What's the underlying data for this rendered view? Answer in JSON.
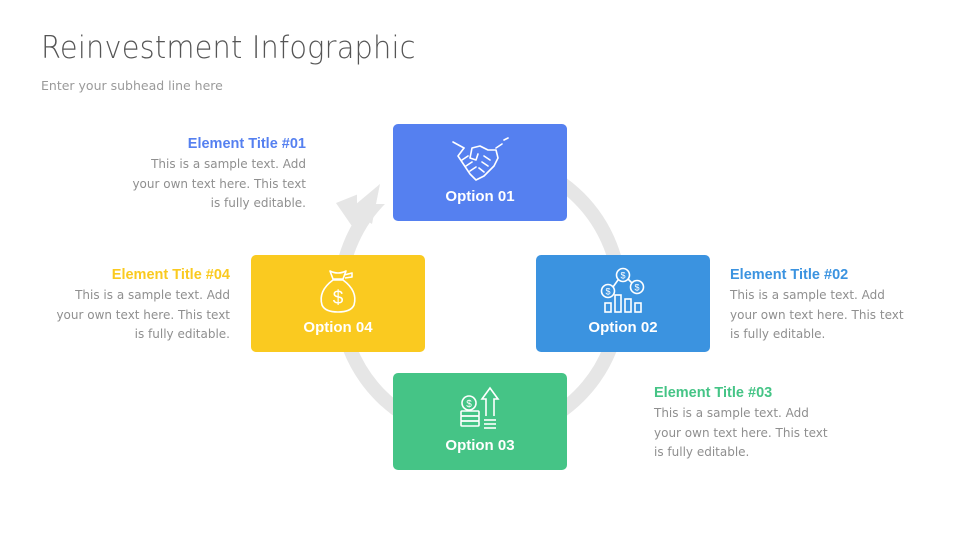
{
  "header": {
    "title": "Reinvestment Infographic",
    "subtitle": "Enter your subhead line here"
  },
  "colors": {
    "option1": "#5580F0",
    "option2": "#3B93E0",
    "option3": "#45C486",
    "option4": "#FACA20",
    "ring": "#E6E6E6",
    "body_text": "#8F8F8F"
  },
  "options": [
    {
      "label": "Option 01",
      "icon": "handshake-icon",
      "color": "#5580F0"
    },
    {
      "label": "Option 02",
      "icon": "money-growth-chart-icon",
      "color": "#3B93E0"
    },
    {
      "label": "Option 03",
      "icon": "coins-up-arrow-icon",
      "color": "#45C486"
    },
    {
      "label": "Option 04",
      "icon": "money-bag-icon",
      "color": "#FACA20"
    }
  ],
  "elements": [
    {
      "title": "Element Title #01",
      "line1": "This is a sample text. Add",
      "line2": "your own text here. This text",
      "line3": "is fully editable.",
      "color": "#5580F0"
    },
    {
      "title": "Element Title #02",
      "line1": "This is a sample text. Add",
      "line2": "your own text here. This text",
      "line3": "is fully editable.",
      "color": "#3B93E0"
    },
    {
      "title": "Element Title #03",
      "line1": "This is a sample text. Add",
      "line2": "your own text here. This text",
      "line3": "is fully editable.",
      "color": "#45C486"
    },
    {
      "title": "Element Title #04",
      "line1": "This is a sample text. Add",
      "line2": "your own text here. This text",
      "line3": "is fully editable.",
      "color": "#FACA20"
    }
  ]
}
